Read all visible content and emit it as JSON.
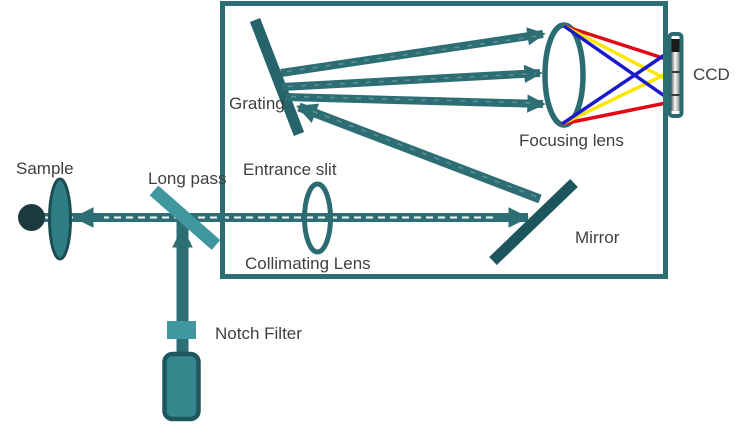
{
  "diagram": {
    "type": "optical-schematic",
    "description_labels_visible_only": true
  },
  "labels": {
    "sample": "Sample",
    "long_pass": "Long pass",
    "entrance_slit": "Entrance slit",
    "grating": "Grating",
    "collimating_lens": "Collimating Lens",
    "notch_filter": "Notch Filter",
    "mirror": "Mirror",
    "focusing_lens": "Focusing lens",
    "ccd": "CCD"
  },
  "colors": {
    "beam_teal": "#2d6e74",
    "dark_optic_teal": "#1d555d",
    "grating_teal": "#26646b",
    "filter_light_teal": "#4097a0",
    "laser_fill": "#35868d",
    "laser_outline": "#1d565c",
    "sample_dot": "#1c3a3e",
    "sample_lens_fill": "#2f7e85",
    "lens_outline": "#2b6b72",
    "enclosure_outline": "#2d6e74",
    "ray_red": "#e30613",
    "ray_yellow": "#ffe600",
    "ray_blue": "#1a1acd",
    "beam_dash": "#ffffff",
    "label_text": "#3f3f3f",
    "ccd_dark_segment": "#1a1a1a"
  }
}
